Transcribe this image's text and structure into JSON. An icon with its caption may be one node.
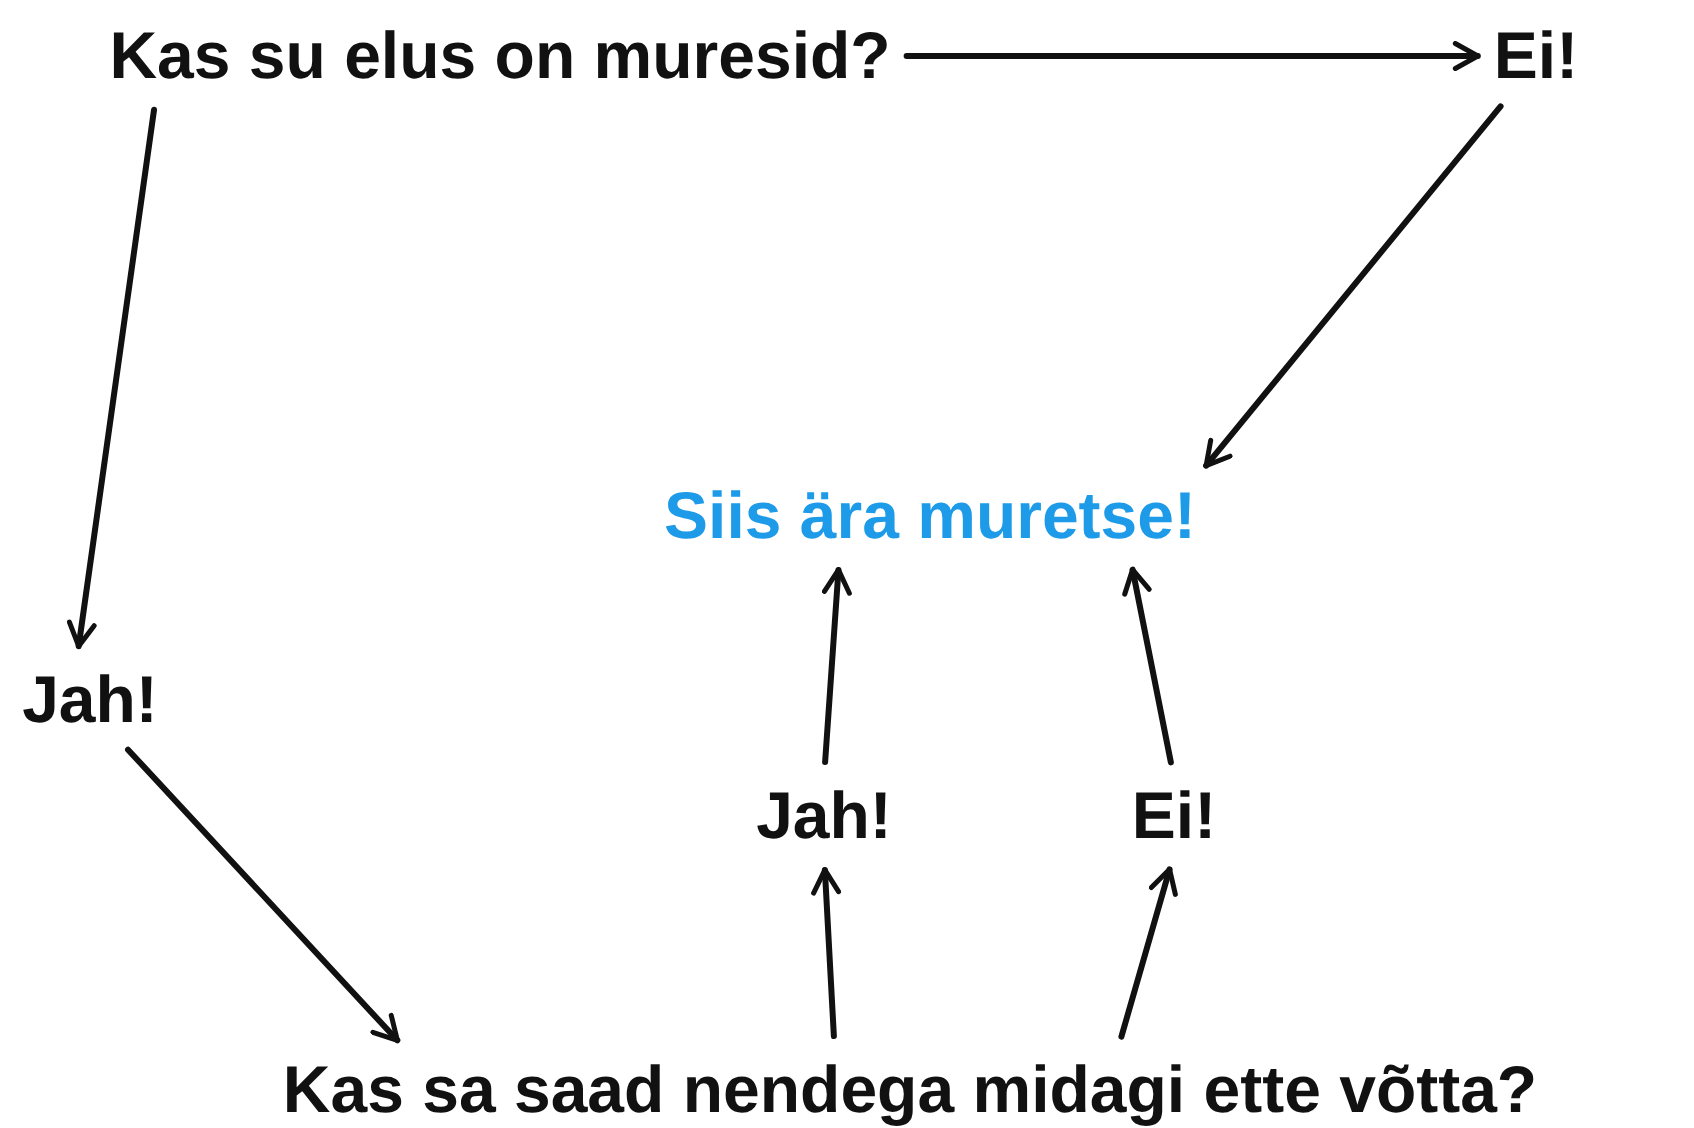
{
  "diagram": {
    "nodes": [
      {
        "text": [
          "Kas su elus on muresid?"
        ]
      },
      {
        "text": [
          "Ei!"
        ]
      },
      {
        "text": [
          "Siis ära muretse!"
        ]
      },
      {
        "text": [
          "Jah!"
        ]
      },
      {
        "text": [
          "Jah!"
        ]
      },
      {
        "text": [
          "Ei!"
        ]
      },
      {
        "text": [
          "Kas sa saad nendega midagi ette võtta?"
        ]
      }
    ],
    "edges": [
      {
        "from": 0,
        "to": 1,
        "arrow": "to"
      },
      {
        "from": 0,
        "to": 3,
        "arrow": "to"
      },
      {
        "from": 1,
        "to": 2,
        "arrow": "to"
      },
      {
        "from": 3,
        "to": 6,
        "arrow": "to"
      },
      {
        "from": 6,
        "to": 4,
        "arrow": "to"
      },
      {
        "from": 4,
        "to": 2,
        "arrow": "to"
      },
      {
        "from": 6,
        "to": 5,
        "arrow": "to"
      },
      {
        "from": 5,
        "to": 2,
        "arrow": "to"
      }
    ]
  }
}
